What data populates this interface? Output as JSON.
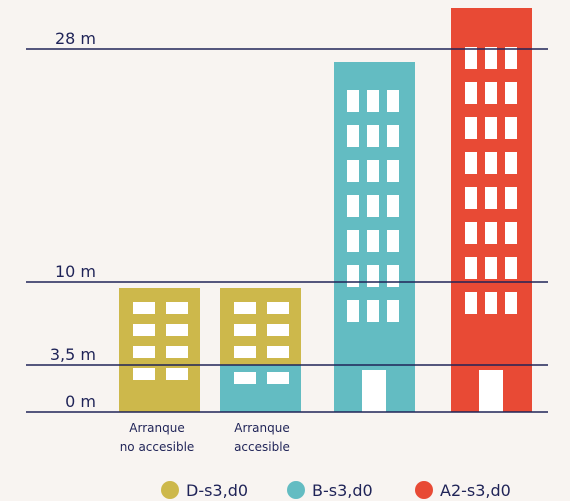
{
  "colors": {
    "background": "#f8f4f1",
    "line": "#1f2357",
    "olive": "#cdb84b",
    "teal": "#63bcc2",
    "red": "#e84a35",
    "window": "#ffffff"
  },
  "height_levels": [
    {
      "label": "28 m"
    },
    {
      "label": "10 m"
    },
    {
      "label": "3,5 m"
    },
    {
      "label": "0 m"
    }
  ],
  "buildings": [
    {
      "name": "building-arranque-no-accesible",
      "caption_line1": "Arranque",
      "caption_line2": "no accesible",
      "material": "D-s3,d0"
    },
    {
      "name": "building-arranque-accesible",
      "caption_line1": "Arranque",
      "caption_line2": "accesible",
      "material": "D-s3,d0 / B-s3,d0"
    },
    {
      "name": "building-medium-height",
      "caption_line1": "",
      "caption_line2": "",
      "material": "B-s3,d0"
    },
    {
      "name": "building-high-rise",
      "caption_line1": "",
      "caption_line2": "",
      "material": "A2-s3,d0"
    }
  ],
  "legend": [
    {
      "label": "D-s3,d0",
      "color": "#cdb84b"
    },
    {
      "label": "B-s3,d0",
      "color": "#63bcc2"
    },
    {
      "label": "A2-s3,d0",
      "color": "#e84a35"
    }
  ]
}
